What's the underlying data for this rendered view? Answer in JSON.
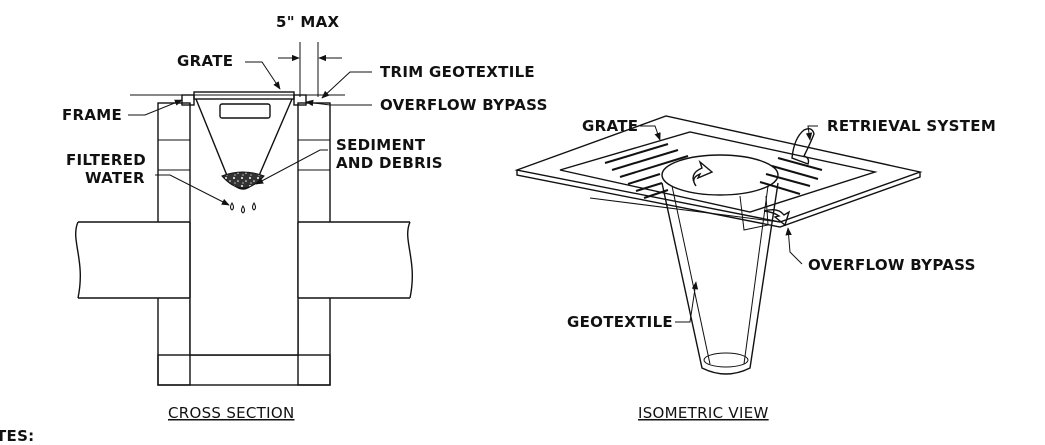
{
  "labels": {
    "dimension": "5\" MAX",
    "grate_left": "GRATE",
    "trim_geotextile": "TRIM GEOTEXTILE",
    "frame": "FRAME",
    "overflow_bypass_left": "OVERFLOW BYPASS",
    "sediment_line1": "SEDIMENT",
    "sediment_line2": "AND DEBRIS",
    "filtered_line1": "FILTERED",
    "filtered_line2": "WATER",
    "grate_right": "GRATE",
    "retrieval_system": "RETRIEVAL SYSTEM",
    "overflow_bypass_right": "OVERFLOW BYPASS",
    "geotextile": "GEOTEXTILE",
    "notes_partial": "TES:"
  },
  "titles": {
    "cross_section": "CROSS SECTION",
    "isometric_view": "ISOMETRIC VIEW"
  },
  "colors": {
    "ink": "#111111",
    "background": "#ffffff"
  }
}
